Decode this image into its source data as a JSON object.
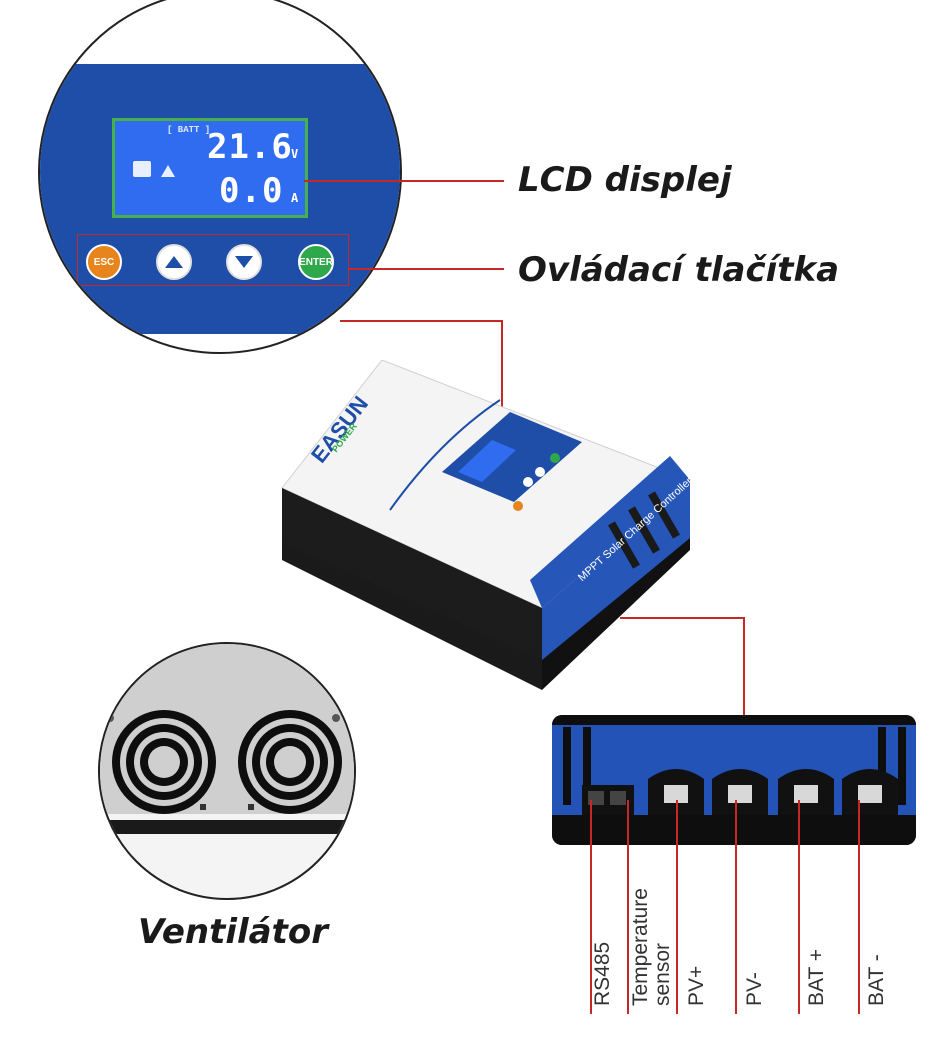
{
  "callouts": {
    "lcd": "LCD displej",
    "buttons": "Ovládací tlačítka",
    "fan": "Ventilátor"
  },
  "lcd_screen": {
    "mode": "[ BATT ]",
    "value_top": "21.6",
    "unit_top": "V",
    "value_bottom": "0.0",
    "unit_bottom": "A"
  },
  "control_buttons": {
    "esc": "ESC",
    "enter": "ENTER",
    "up_icon": "up-arrow-icon",
    "down_icon": "down-arrow-icon"
  },
  "device": {
    "brand": "EASUN",
    "brand_sub": "POWER",
    "model_text": "MPPT Solar Charge Controller",
    "screen_value": "21.6",
    "screen_value2": "0.0"
  },
  "terminals": [
    {
      "label": "RS485"
    },
    {
      "label": "Temperature sensor"
    },
    {
      "label": "PV+"
    },
    {
      "label": "PV-"
    },
    {
      "label": "BAT +"
    },
    {
      "label": "BAT -"
    }
  ],
  "colors": {
    "accent_red": "#c62828",
    "panel_blue": "#1f4ea8",
    "lcd_blue": "#2f6cf0",
    "esc_orange": "#e8841c",
    "enter_green": "#2ea84a"
  }
}
